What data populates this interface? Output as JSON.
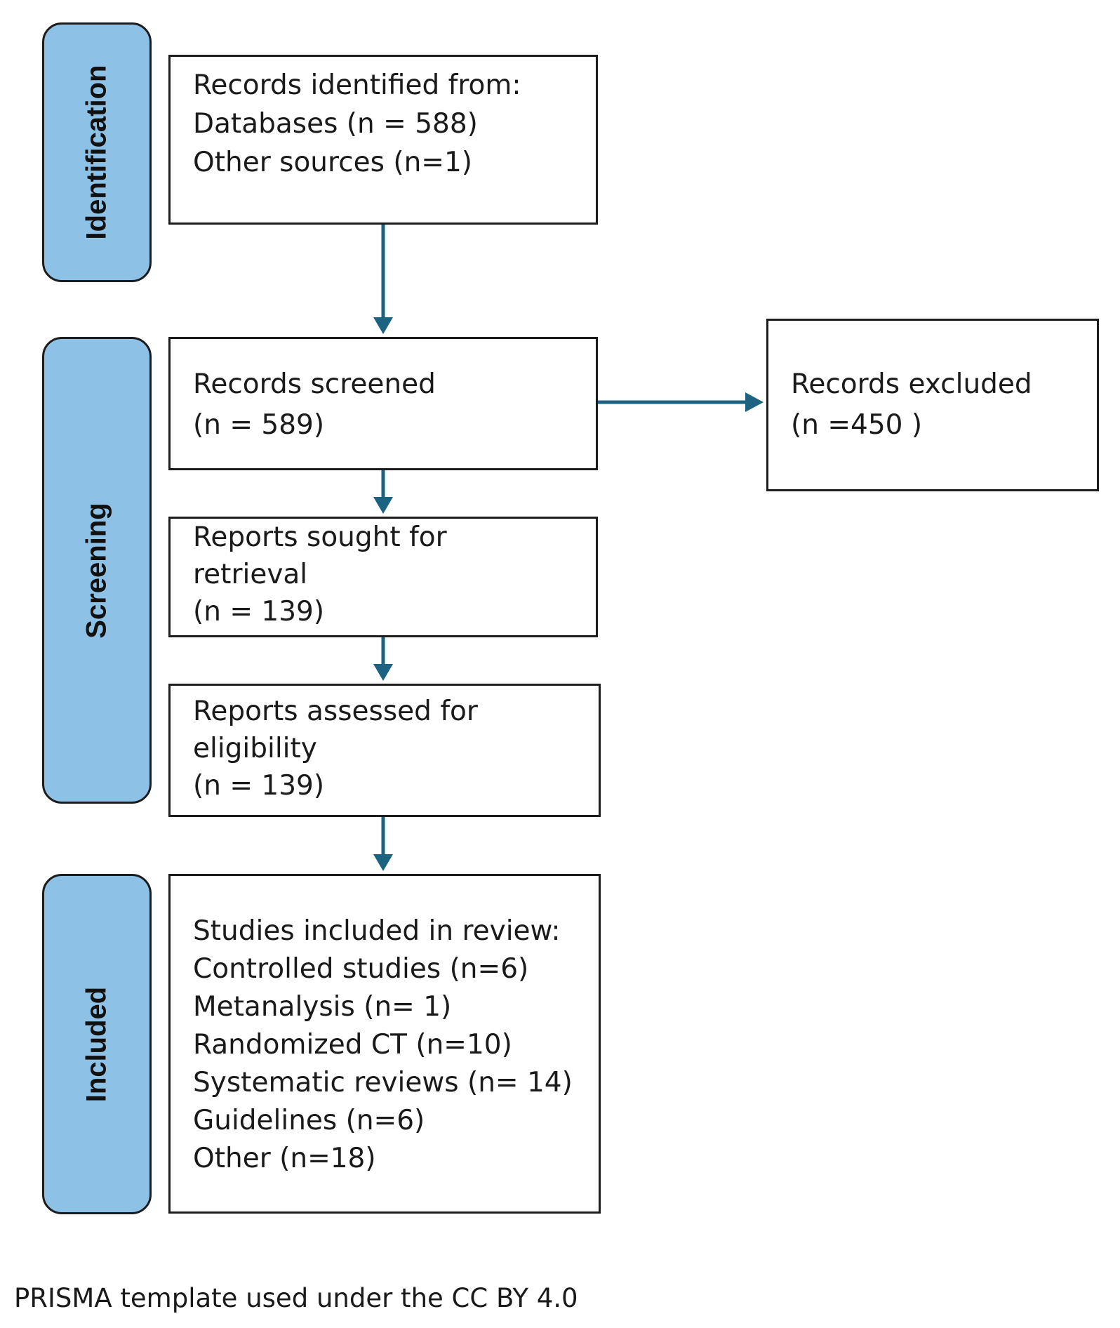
{
  "stages": {
    "identification": "Identification",
    "screening": "Screening",
    "included": "Included"
  },
  "boxes": {
    "identified": [
      "Records identified from:",
      "Databases (n = 588)",
      "Other sources (n=1)"
    ],
    "screened": [
      "Records screened",
      "(n = 589)"
    ],
    "excluded": [
      "Records excluded",
      "(n =450 )"
    ],
    "retrieval": [
      "Reports sought for",
      "retrieval",
      "(n = 139)"
    ],
    "eligibility": [
      "Reports assessed for",
      "eligibility",
      "(n = 139)"
    ],
    "included": [
      "Studies included in review:",
      "Controlled studies (n=6)",
      "Metanalysis (n= 1)",
      "Randomized CT (n=10)",
      "Systematic reviews (n= 14)",
      "Guidelines (n=6)",
      "Other (n=18)"
    ]
  },
  "footer": "PRISMA template used under the CC BY 4.0",
  "colors": {
    "stage_fill": "#8ec1e6",
    "arrow": "#1b6381",
    "border": "#1c1c1c"
  }
}
